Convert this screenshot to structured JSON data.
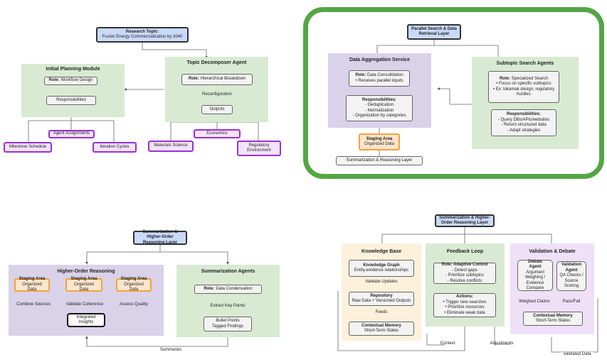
{
  "d1": {
    "topic_title": "Research Topic:",
    "topic_sub": "Fusion Energy Commercialization by 2040",
    "ipm_title": "Initial Planning Module",
    "ipm_role_label": "Role:",
    "ipm_role_text": "Workflow Design",
    "ipm_responsibilities": "Responsibilities",
    "agent_assignments": "Agent Assignments",
    "milestone_schedule": "Milestone Schedule",
    "iteration_cycles": "Iteration Cycles",
    "tda_title": "Topic Decomposer Agent",
    "tda_role_label": "Role:",
    "tda_role_text": "Hierarchical Breakdown",
    "reconfiguration": "Reconfiguration",
    "outputs": "Outputs",
    "economics": "Economics",
    "materials_science": "Materials Science",
    "regulatory": "Regulatory Environment"
  },
  "d2": {
    "top_title": "Parallel Search & Data Retrieval Layer",
    "das_title": "Data Aggregation Service",
    "das_role_label": "Role:",
    "das_role_text": "Data Consolidation",
    "das_role_item": "• Receives parallel inputs",
    "das_resp_label": "Responsibilities:",
    "das_resp_items": [
      "- Deduplication",
      "- Normalization",
      "- Organization by categories"
    ],
    "ssa_title": "Subtopic Search Agents",
    "ssa_role_label": "Role:",
    "ssa_role_text": "Specialized Search",
    "ssa_role_items": [
      "• Focus on specific subtopics",
      "• Ex: tokamak design, regulatory hurdles"
    ],
    "ssa_resp_label": "Responsibilities:",
    "ssa_resp_items": [
      "- Query DBs/APIs/websites",
      "- Return structured data",
      "- Adapt strategies"
    ],
    "staging_title": "Staging Area",
    "staging_sub": "Organized Data",
    "summ_layer": "Summarization & Reasoning Layer"
  },
  "d3": {
    "top_title": "Summarization & Higher-Order Reasoning Layer",
    "hor_title": "Higher-Order Reasoning",
    "staging_title": "Staging Area",
    "staging_sub": "Organized Data",
    "combine": "Combine Sources",
    "validate": "Validate Coherence",
    "assess": "Assess Quality",
    "integrated": "Integrated Insights",
    "sa_title": "Summarization Agents",
    "sa_role_label": "Role:",
    "sa_role_text": "Data Condensation",
    "extract": "Extract Key Points",
    "bullets": "Bullet Points",
    "tagged": "Tagged Findings",
    "summaries": "Summaries"
  },
  "d4": {
    "top_title": "Summarization & Higher-Order Reasoning Layer",
    "kb_title": "Knowledge Base",
    "kg_title": "Knowledge Graph",
    "kg_sub": "Entity-evidence relationships",
    "validate_updates": "Validate Updates",
    "repo_title": "Repository",
    "repo_sub": "Raw Data + Versioned Outputs",
    "feeds": "Feeds",
    "cm_title": "Contextual Memory",
    "cm_sub": "Short-Term States",
    "fl_title": "Feedback Loop",
    "ac_title": "Role: Adaptive Control",
    "ac_items": [
      "- Detect gaps",
      "- Prioritize subtopics",
      "- Resolve conflicts"
    ],
    "actions_title": "Actions:",
    "actions_items": [
      "• Trigger new searches",
      "• Prioritize resources",
      "• Eliminate weak data"
    ],
    "vd_title": "Validation & Debate",
    "debate_title": "Debate Agent",
    "debate_sub": "Argument Weighing / Evidence Compare",
    "valagent_title": "Validation Agent",
    "valagent_sub": "QA Checks / Source Scoring",
    "weighed": "Weighed Claims",
    "passfail": "Pass/Fail",
    "cm2_title": "Contextual Memory",
    "cm2_sub": "Short-Term States",
    "context": "Context",
    "adjustments": "Adjustments",
    "validated": "Validated Data"
  }
}
